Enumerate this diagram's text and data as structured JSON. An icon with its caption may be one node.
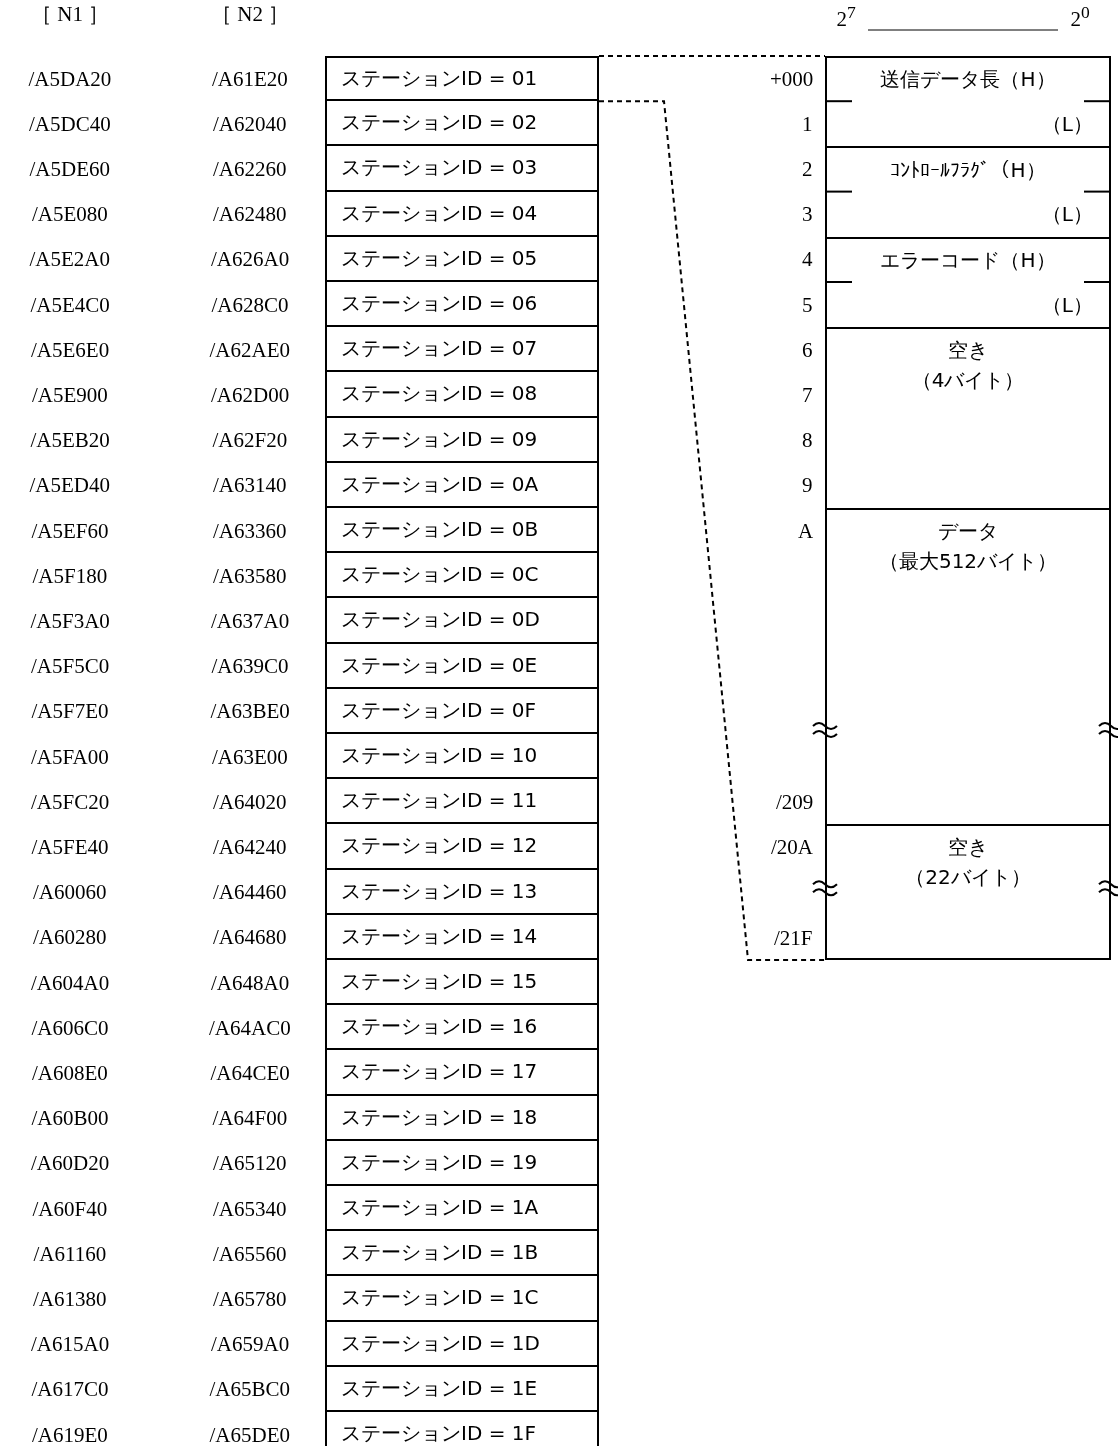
{
  "diagram": {
    "nodes": [
      {
        "text": [
          "ステーションID = 01"
        ]
      },
      {
        "text": [
          "ステーションID = 02"
        ]
      },
      {
        "text": [
          "ステーションID = 03"
        ]
      },
      {
        "text": [
          "ステーションID = 04"
        ]
      },
      {
        "text": [
          "ステーションID = 05"
        ]
      },
      {
        "text": [
          "ステーションID = 06"
        ]
      },
      {
        "text": [
          "ステーションID = 07"
        ]
      },
      {
        "text": [
          "ステーションID = 08"
        ]
      },
      {
        "text": [
          "ステーションID = 09"
        ]
      },
      {
        "text": [
          "ステーションID = 0A"
        ]
      },
      {
        "text": [
          "ステーションID = 0B"
        ]
      },
      {
        "text": [
          "ステーションID = 0C"
        ]
      },
      {
        "text": [
          "ステーションID = 0D"
        ]
      },
      {
        "text": [
          "ステーションID = 0E"
        ]
      },
      {
        "text": [
          "ステーションID = 0F"
        ]
      },
      {
        "text": [
          "ステーションID = 10"
        ]
      },
      {
        "text": [
          "ステーションID = 11"
        ]
      },
      {
        "text": [
          "ステーションID = 12"
        ]
      },
      {
        "text": [
          "ステーションID = 13"
        ]
      },
      {
        "text": [
          "ステーションID = 14"
        ]
      },
      {
        "text": [
          "ステーションID = 15"
        ]
      },
      {
        "text": [
          "ステーションID = 16"
        ]
      },
      {
        "text": [
          "ステーションID = 17"
        ]
      },
      {
        "text": [
          "ステーションID = 18"
        ]
      },
      {
        "text": [
          "ステーションID = 19"
        ]
      },
      {
        "text": [
          "ステーションID = 1A"
        ]
      },
      {
        "text": [
          "ステーションID = 1B"
        ]
      },
      {
        "text": [
          "ステーションID = 1C"
        ]
      },
      {
        "text": [
          "ステーションID = 1D"
        ]
      },
      {
        "text": [
          "ステーションID = 1E"
        ]
      },
      {
        "text": [
          "ステーションID = 1F"
        ]
      },
      {
        "text": [],
        "shape": "box"
      },
      {
        "text": [
          "送信データ長（H）"
        ],
        "in": 31
      },
      {
        "text": [
          "（L）"
        ],
        "in": 31
      },
      {
        "text": [
          "ｺﾝﾄﾛｰﾙﾌﾗｸﾞ（H）"
        ],
        "in": 31
      },
      {
        "text": [
          "（L）"
        ],
        "in": 31
      },
      {
        "text": [
          "エラーコード（H）"
        ],
        "in": 31
      },
      {
        "text": [
          "（L）"
        ],
        "in": 31
      },
      {
        "text": [
          "空き",
          "（4バイト）"
        ],
        "in": 31
      },
      {
        "text": [
          "データ",
          "（最大512バイト）"
        ],
        "in": 31
      },
      {
        "text": [
          "空き",
          "（22バイト）"
        ],
        "in": 31
      }
    ],
    "edges": [
      {
        "from": 0,
        "to": 31,
        "arrow": "none",
        "style": "dashed"
      },
      {
        "from": 0,
        "to": 31,
        "arrow": "none",
        "style": "dashed"
      }
    ],
    "labels": [
      "［ N1 ］",
      "［ N2 ］",
      "2$^{7}$",
      "2$^{0}$",
      "/A5DA20",
      "/A61E20",
      "+000",
      "/A5DC40",
      "/A62040",
      "1",
      "/A5DE60",
      "/A62260",
      "2",
      "/A5E080",
      "/A62480",
      "3",
      "/A5E2A0",
      "/A626A0",
      "4",
      "/A5E4C0",
      "/A628C0",
      "5",
      "/A5E6E0",
      "/A62AE0",
      "6",
      "/A5E900",
      "/A62D00",
      "7",
      "/A5EB20",
      "/A62F20",
      "8",
      "/A5ED40",
      "/A63140",
      "9",
      "/A5EF60",
      "/A63360",
      "A",
      "/A5F180",
      "/A63580",
      "/A5F3A0",
      "/A637A0",
      "/A5F5C0",
      "/A639C0",
      "/A5F7E0",
      "/A63BE0",
      "/A5FA00",
      "/A63E00",
      "/A5FC20",
      "/A64020",
      "/209",
      "/A5FE40",
      "/A64240",
      "/20A",
      "/A60060",
      "/A64460",
      "/A60280",
      "/A64680",
      "/21F",
      "/A604A0",
      "/A648A0",
      "/A606C0",
      "/A64AC0",
      "/A608E0",
      "/A64CE0",
      "/A60B00",
      "/A64F00",
      "/A60D20",
      "/A65120",
      "/A60F40",
      "/A65340",
      "/A61160",
      "/A65560",
      "/A61380",
      "/A65780",
      "/A615A0",
      "/A659A0",
      "/A617C0",
      "/A65BC0",
      "/A619E0",
      "/A65DE0"
    ]
  }
}
